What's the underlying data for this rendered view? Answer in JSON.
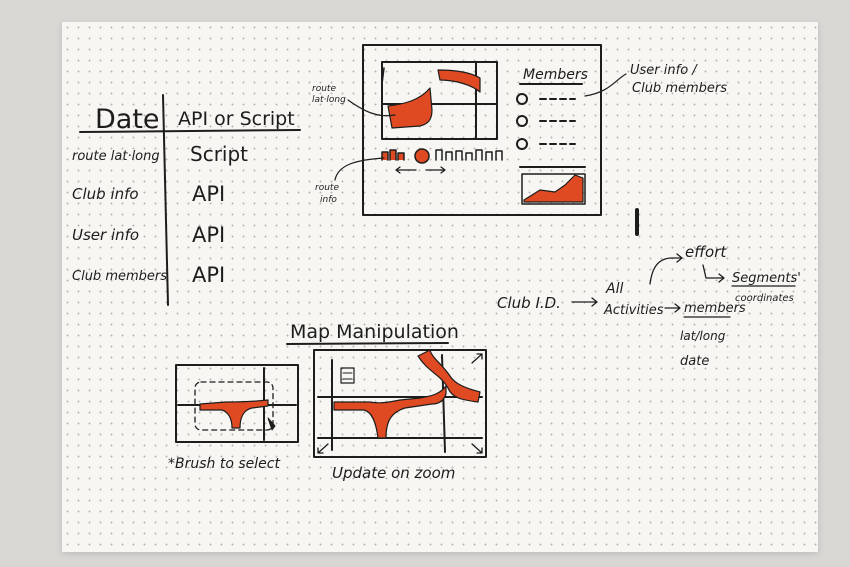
{
  "colors": {
    "paper": "#f7f6f2",
    "ink": "#1d1d1d",
    "accent": "#e04a22",
    "background": "#d9d7d4"
  },
  "table": {
    "header_left": "Date",
    "header_right": "API or Script",
    "rows": [
      {
        "data": "route lat·long",
        "source": "Script"
      },
      {
        "data": "Club info",
        "source": "API"
      },
      {
        "data": "User info",
        "source": "API"
      },
      {
        "data": "Club members",
        "source": "API"
      }
    ]
  },
  "dashboard_sketch": {
    "route_latlong_note": [
      "route",
      "lat·long"
    ],
    "members_title": "Members",
    "user_club_note": [
      "User info /",
      "Club members"
    ],
    "route_info_note": [
      "route",
      "info"
    ]
  },
  "flow": {
    "club_id": "Club I.D.",
    "all_activities": [
      "All",
      "Activities"
    ],
    "effort": "effort",
    "segments": "Segments'",
    "coordinates": "coordinates",
    "members": "members",
    "lat_long": "lat/long",
    "date": "date"
  },
  "map_manipulation": {
    "title": "Map Manipulation",
    "brush_caption": "*Brush to select",
    "zoom_caption": "Update on zoom"
  }
}
